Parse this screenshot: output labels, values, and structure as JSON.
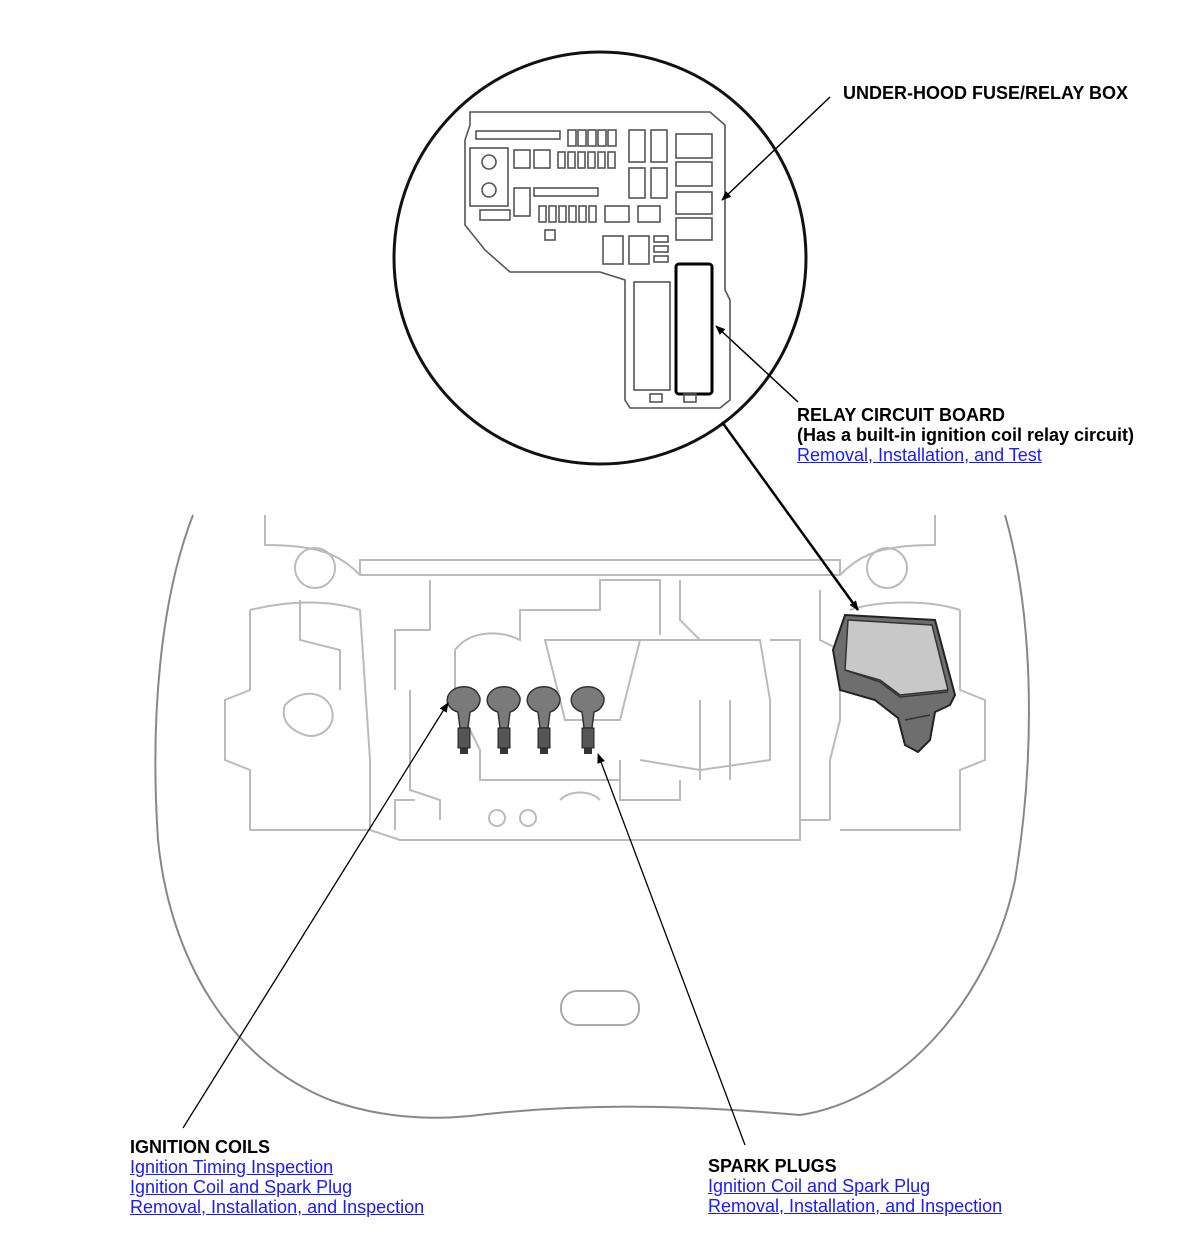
{
  "labels": {
    "fuse_box": {
      "title": "UNDER-HOOD FUSE/RELAY BOX"
    },
    "relay_board": {
      "title": "RELAY CIRCUIT BOARD",
      "note": "(Has a built-in ignition coil relay circuit)",
      "links": [
        "Removal, Installation, and Test"
      ]
    },
    "ignition_coils": {
      "title": "IGNITION COILS",
      "links": [
        "Ignition Timing Inspection",
        "Ignition Coil and Spark Plug",
        "Removal, Installation, and Inspection"
      ]
    },
    "spark_plugs": {
      "title": "SPARK PLUGS",
      "links": [
        "Ignition Coil and Spark Plug",
        "Removal, Installation, and Inspection"
      ]
    }
  },
  "colors": {
    "line": "#000000",
    "engine_outline": "#bbbbbb",
    "link": "#1a1aff",
    "component_fill": "#7a7a7a"
  }
}
